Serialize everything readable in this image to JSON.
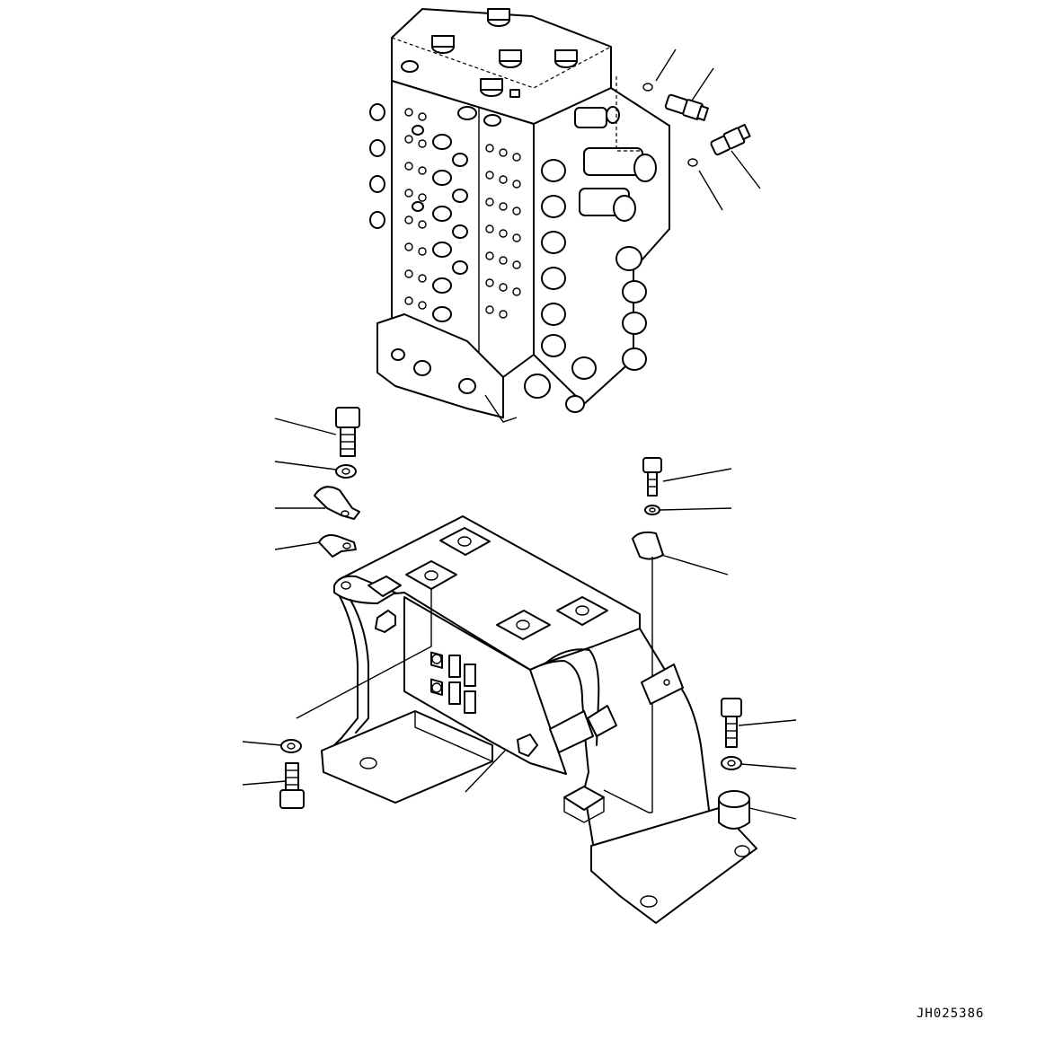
{
  "drawing": {
    "code": "JH025386",
    "parts": [
      "valve-assembly",
      "o-ring",
      "pressure-sensor",
      "bolt",
      "washer",
      "clamp",
      "bracket",
      "spacer"
    ]
  }
}
